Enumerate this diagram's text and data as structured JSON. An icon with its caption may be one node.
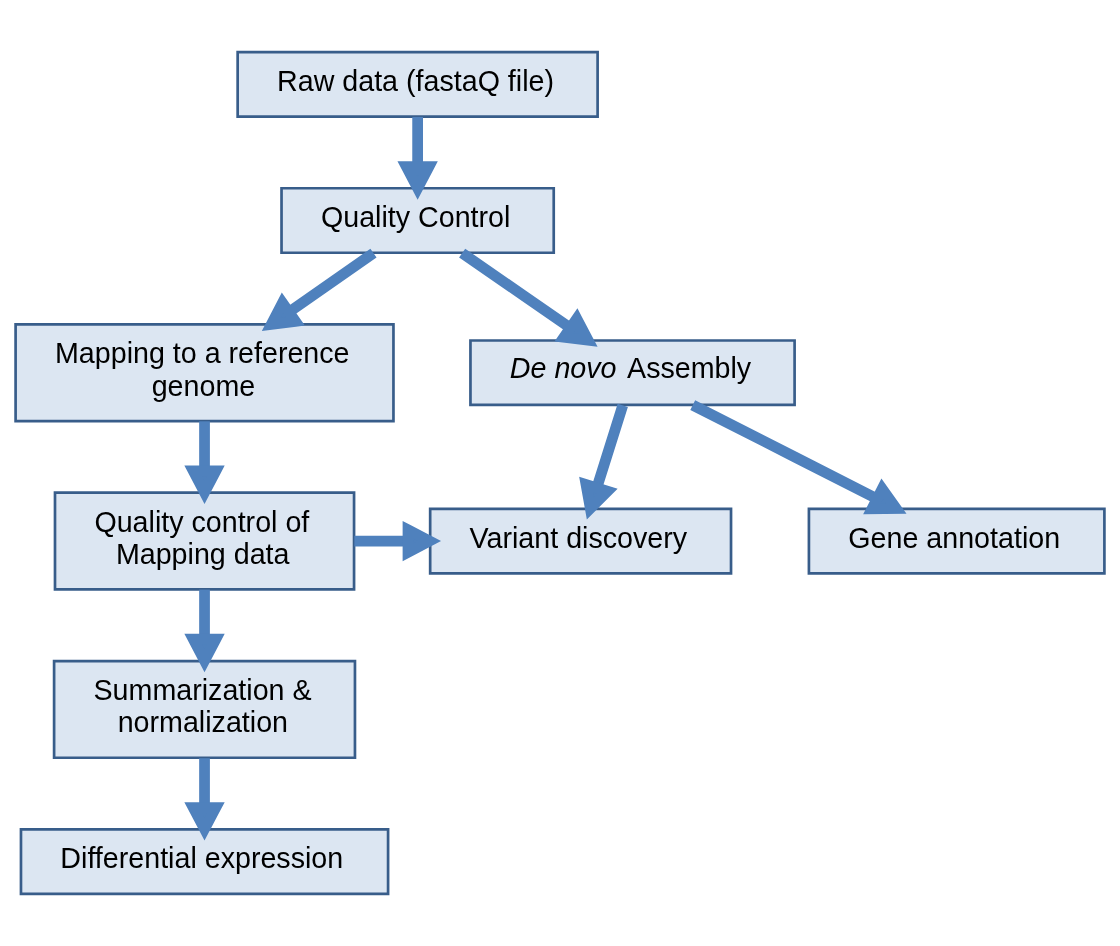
{
  "diagram": {
    "nodes": [
      {
        "text": [
          "Raw data (fastaQ file)"
        ]
      },
      {
        "text": [
          "Quality Control"
        ]
      },
      {
        "text": [
          "Mapping to a reference genome"
        ]
      },
      {
        "text": [
          "*De novo* Assembly"
        ]
      },
      {
        "text": [
          "Quality control of Mapping data"
        ]
      },
      {
        "text": [
          "Variant discovery"
        ]
      },
      {
        "text": [
          "Gene annotation"
        ]
      },
      {
        "text": [
          "Summarization & normalization"
        ]
      },
      {
        "text": [
          "Differential expression"
        ]
      }
    ],
    "edges": [
      {
        "from": 0,
        "to": 1,
        "arrow": "to"
      },
      {
        "from": 1,
        "to": 2,
        "arrow": "to"
      },
      {
        "from": 1,
        "to": 3,
        "arrow": "to"
      },
      {
        "from": 3,
        "to": 5,
        "arrow": "to"
      },
      {
        "from": 3,
        "to": 6,
        "arrow": "to"
      },
      {
        "from": 2,
        "to": 4,
        "arrow": "to"
      },
      {
        "from": 4,
        "to": 5,
        "arrow": "to"
      },
      {
        "from": 4,
        "to": 7,
        "arrow": "to"
      },
      {
        "from": 7,
        "to": 8,
        "arrow": "to"
      }
    ]
  }
}
